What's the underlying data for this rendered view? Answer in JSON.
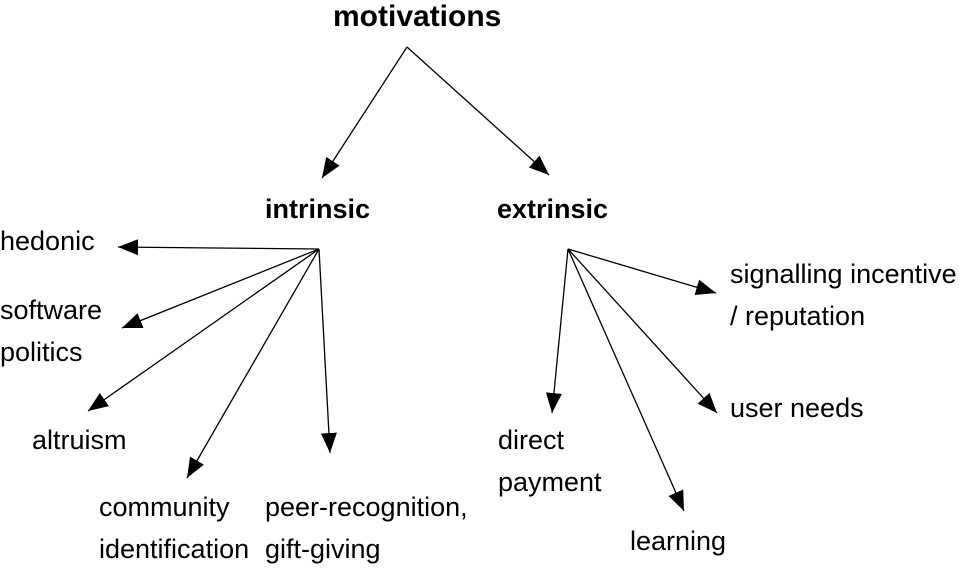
{
  "diagram": {
    "root": "motivations",
    "branches": {
      "intrinsic": {
        "label": "intrinsic",
        "hedonic": "hedonic",
        "software_politics": "software\npolitics",
        "altruism": "altruism",
        "community_identification": "community\nidentification",
        "peer_recognition": "peer-recognition,\ngift-giving"
      },
      "extrinsic": {
        "label": "extrinsic",
        "direct_payment": "direct\npayment",
        "learning": "learning",
        "user_needs": "user needs",
        "signalling": "signalling incentive\n/ reputation"
      }
    },
    "colors": {
      "text": "#000000",
      "arrow": "#000000",
      "background": "#ffffff"
    }
  }
}
